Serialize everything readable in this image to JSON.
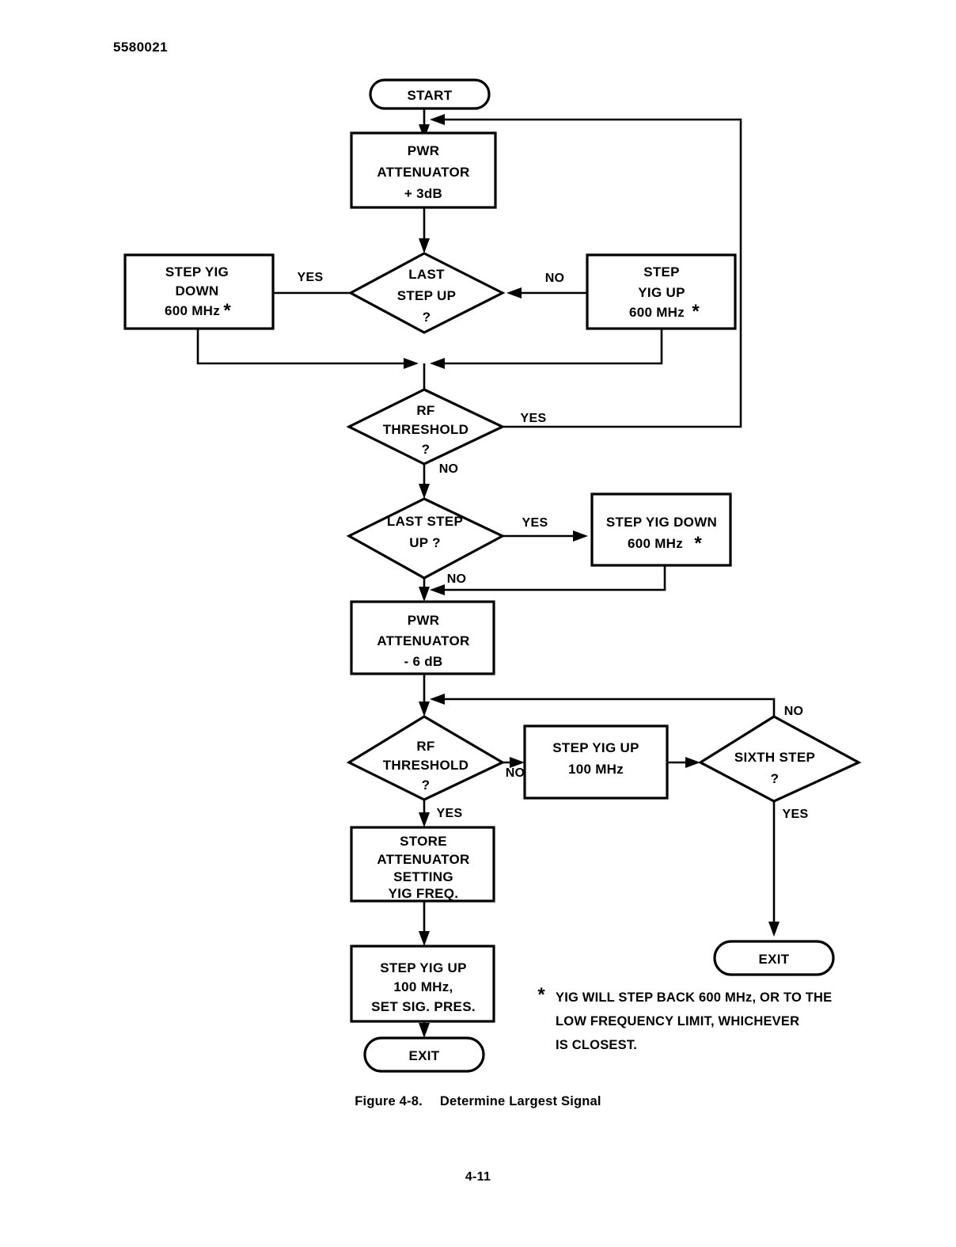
{
  "document": {
    "number": "5580021",
    "page_number": "4-11",
    "figure_label": "Figure 4-8.",
    "figure_title": "Determine Largest Signal"
  },
  "footnote": {
    "marker": "*",
    "lines": [
      "YIG WILL STEP BACK 600 MHz, OR TO THE",
      "LOW FREQUENCY LIMIT, WHICHEVER",
      "IS CLOSEST."
    ]
  },
  "flowchart": {
    "nodes": {
      "start": {
        "type": "terminator",
        "lines": [
          "START"
        ]
      },
      "pwr_attenuator_plus": {
        "type": "process",
        "lines": [
          "PWR",
          "ATTENUATOR",
          "+ 3dB"
        ]
      },
      "last_step_up_1": {
        "type": "decision",
        "lines": [
          "LAST",
          "STEP UP",
          "?"
        ]
      },
      "step_yig_down_1": {
        "type": "process",
        "lines": [
          "STEP  YIG",
          "DOWN",
          "600 MHz"
        ],
        "asterisk": "*"
      },
      "step_yig_up_1": {
        "type": "process",
        "lines": [
          "STEP",
          "YIG UP",
          "600 MHz"
        ],
        "asterisk": "*"
      },
      "rf_threshold_1": {
        "type": "decision",
        "lines": [
          "RF",
          "THRESHOLD",
          "?"
        ]
      },
      "last_step_up_2": {
        "type": "decision",
        "lines": [
          "LAST STEP",
          "UP    ?"
        ]
      },
      "step_yig_down_2": {
        "type": "process",
        "lines": [
          "STEP YIG DOWN",
          "600 MHz"
        ],
        "asterisk": "*"
      },
      "pwr_attenuator_minus": {
        "type": "process",
        "lines": [
          "PWR",
          "ATTENUATOR",
          "- 6 dB"
        ]
      },
      "rf_threshold_2": {
        "type": "decision",
        "lines": [
          "RF",
          "THRESHOLD",
          "?"
        ]
      },
      "step_yig_up_100": {
        "type": "process",
        "lines": [
          "STEP YIG UP",
          "100 MHz"
        ]
      },
      "sixth_step": {
        "type": "decision",
        "lines": [
          "SIXTH STEP",
          "?"
        ]
      },
      "store_attenuator": {
        "type": "process",
        "lines": [
          "STORE",
          "ATTENUATOR",
          "SETTING",
          "YIG FREQ."
        ]
      },
      "step_yig_up_set": {
        "type": "process",
        "lines": [
          "STEP YIG UP",
          "100 MHz,",
          "SET SIG. PRES."
        ]
      },
      "exit_right": {
        "type": "terminator",
        "lines": [
          "EXIT"
        ]
      },
      "exit_bottom": {
        "type": "terminator",
        "lines": [
          "EXIT"
        ]
      }
    },
    "edge_labels": {
      "yes_to_step_yig_down_1": "YES",
      "no_to_step_yig_up_1": "NO",
      "rf1_yes": "YES",
      "rf1_no": "NO",
      "last_step_up_2_yes": "YES",
      "last_step_up_2_no": "NO",
      "rf2_no": "NO",
      "rf2_yes": "YES",
      "sixth_step_no": "NO",
      "sixth_step_yes": "YES"
    }
  },
  "colors": {
    "ink": "#000000",
    "paper": "#ffffff"
  }
}
